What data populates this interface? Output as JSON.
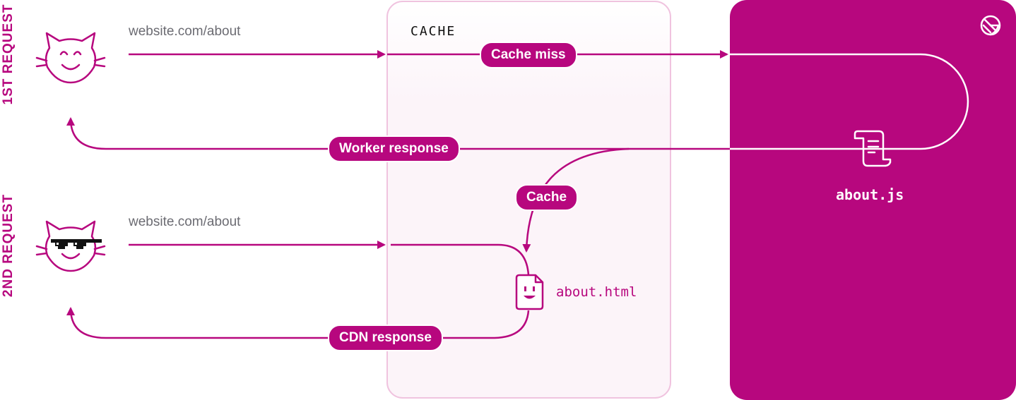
{
  "labels": {
    "first_request": "1ST REQUEST",
    "second_request": "2ND REQUEST"
  },
  "urls": {
    "first": "website.com/about",
    "second": "website.com/about"
  },
  "cache_box": {
    "title": "CACHE"
  },
  "server_box": {
    "file": "about.js",
    "logo_icon": "gatsby-logo-icon"
  },
  "cache_file": {
    "name": "about.html",
    "icon": "smiley-document-icon"
  },
  "pills": {
    "cache_miss": "Cache miss",
    "worker_response": "Worker response",
    "cache": "Cache",
    "cdn_response": "CDN response"
  },
  "icons": {
    "user1": "happy-cat-icon",
    "user2": "cool-cat-sunglasses-icon",
    "script": "scroll-script-icon"
  },
  "colors": {
    "accent": "#b7077e",
    "cache_bg": "#fcf4f9",
    "cache_border": "#f0c3df",
    "muted_text": "#6b6b72"
  }
}
